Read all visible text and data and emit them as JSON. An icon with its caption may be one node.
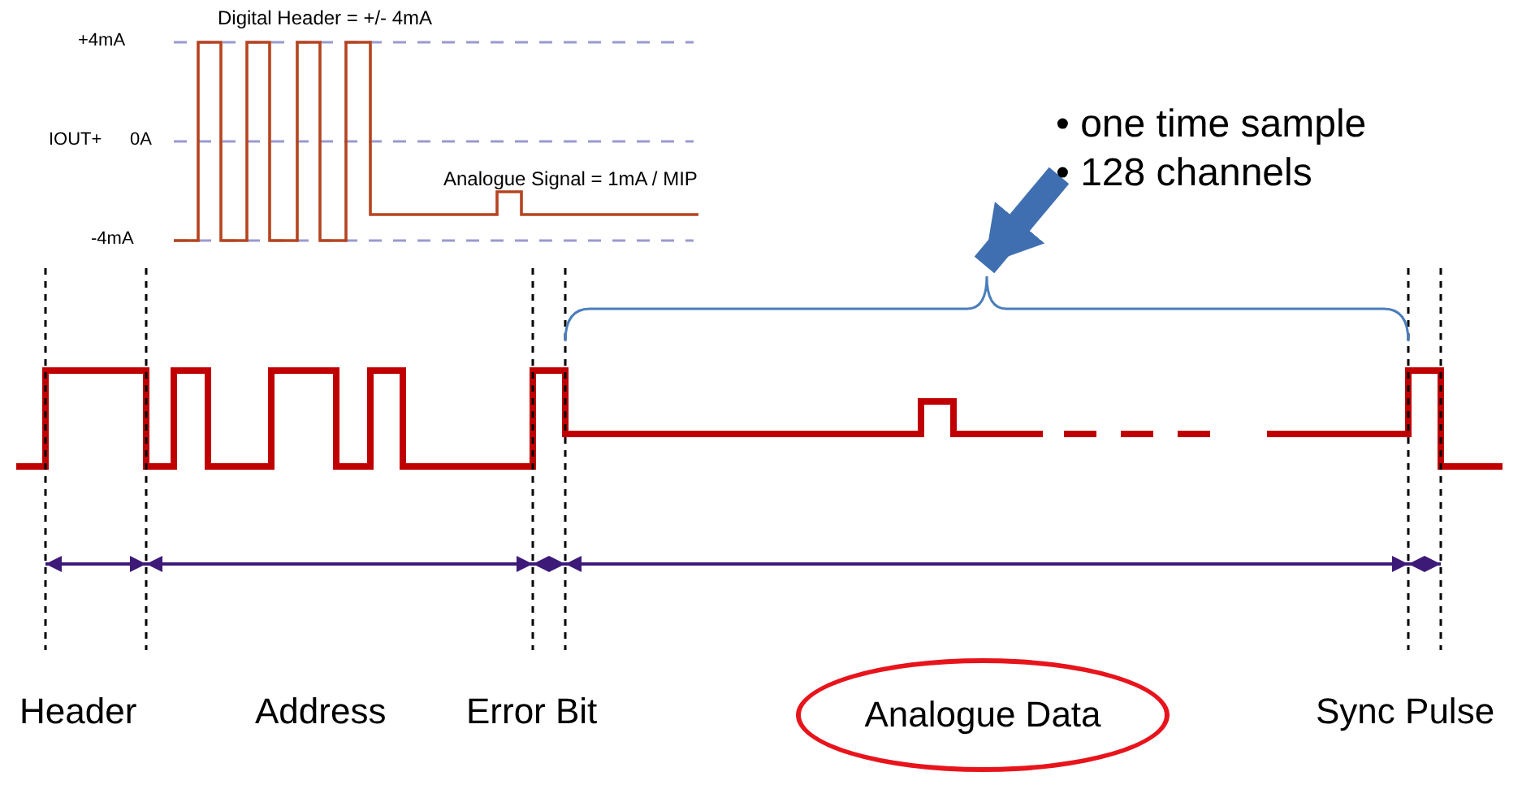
{
  "diagram": {
    "nodes": [
      {
        "text": [
          "Analogue Data"
        ]
      },
      {
        "text": [
          "• one time sample",
          "• 128 channels"
        ]
      },
      {
        "text": [],
        "shape": "bracket"
      }
    ],
    "edges": [
      {
        "from": 1,
        "to": 2,
        "arrow": "to"
      }
    ],
    "labels": [
      "Digital Header = +/- 4mA",
      "+4mA",
      "IOUT+",
      "0A",
      "Analogue Signal = 1mA / MIP",
      "-4mA",
      "Header",
      "Address",
      "Error Bit",
      "Sync Pulse"
    ]
  }
}
